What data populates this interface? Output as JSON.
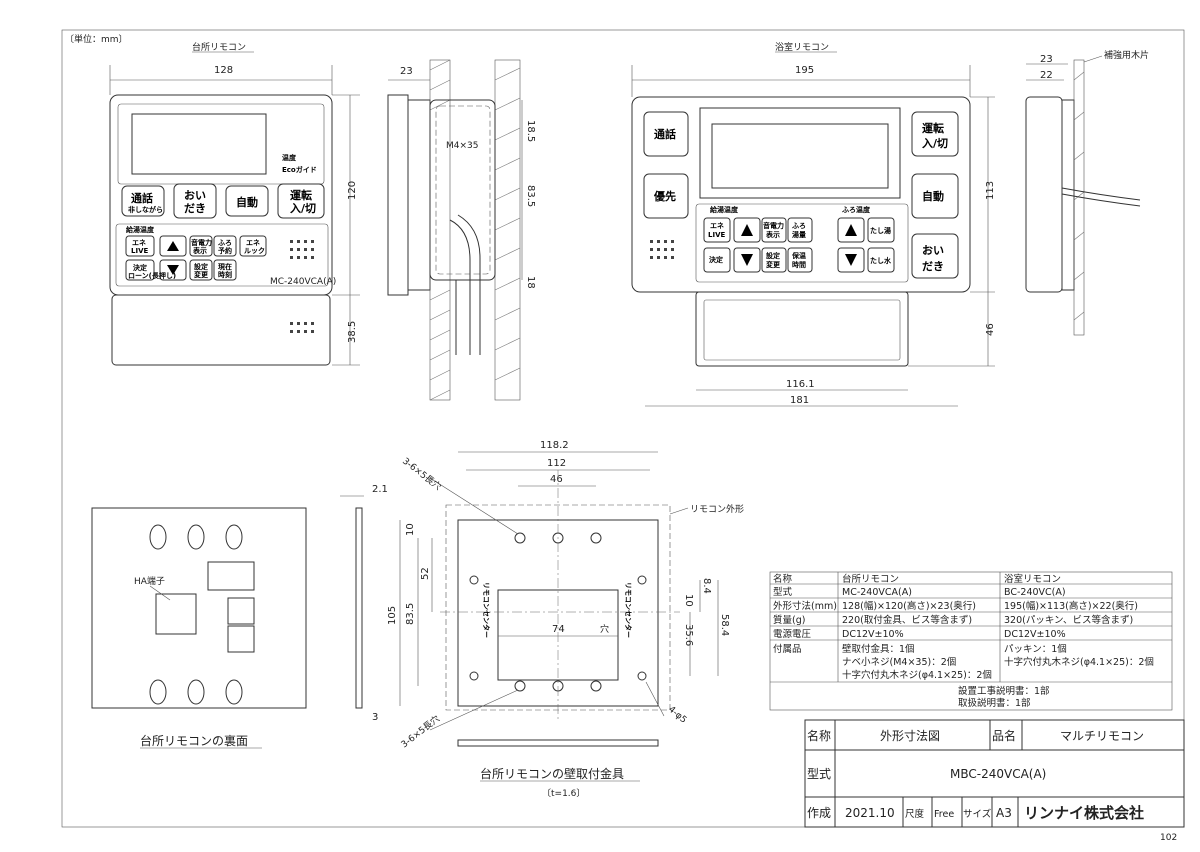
{
  "unit_note": "〔単位：mm〕",
  "kitchen_title": "台所リモコン",
  "bath_title": "浴室リモコン",
  "back_caption": "台所リモコンの裏面",
  "bracket_caption": "台所リモコンの壁取付金具",
  "bracket_thickness": "〔t=1.6〕",
  "model_label_kitchen": "MC-240VCA(A)",
  "kitchen_buttons": {
    "tsuwa": "通話",
    "tsuwa_sub": "非しながら",
    "oidaki": "おい",
    "oidaki2": "だき",
    "jido": "自動",
    "unten": "運転",
    "unten_sub": "入/切",
    "kyuto": "給湯温度",
    "ene_live": "エネ",
    "ene_live2": "LIVE",
    "ketsutei": "決定",
    "ketsutei_sub": "ローン(長押し)",
    "denryoku": "音電力",
    "denryoku2": "表示",
    "furo": "ふろ",
    "furo2": "予約",
    "settei": "設定",
    "settei2": "変更",
    "genzai": "現在",
    "genzai2": "時刻",
    "ene_look": "エネ",
    "ene_look2": "ルック",
    "eco": "Ecoガイド",
    "ondo": "温度"
  },
  "bath_buttons": {
    "tsuwa": "通話",
    "unten": "運転",
    "unten_sub": "入/切",
    "yusen": "優先",
    "jido": "自動",
    "oidaki": "おい",
    "oidaki2": "だき",
    "kyuto": "給湯温度",
    "furo_ondo": "ふろ温度",
    "ene": "エネ",
    "ene2": "LIVE",
    "ketsutei": "決定",
    "denryoku": "音電力",
    "denryoku2": "表示",
    "furo": "ふろ",
    "furo2": "湯量",
    "settei": "設定",
    "settei2": "変更",
    "hoon": "保温",
    "hoon2": "時間",
    "tashiyu": "たし湯",
    "tashimizu": "たし水"
  },
  "labels": {
    "m4": "M4×35",
    "wood": "補強用木片",
    "ha": "HA端子",
    "remote_outline": "リモコン外形",
    "hole": "穴",
    "long_top": "3-6×5長穴",
    "long_bottom": "3-6×5長穴",
    "phi5": "4-φ5",
    "vert_l": "リモコンセンター",
    "vert_r": "リモコンセンター"
  },
  "dims": {
    "k_w": "128",
    "k_h": "120",
    "k_h2": "38.5",
    "s_23": "23",
    "s_185": "18.5",
    "s_835": "83.5",
    "s_18": "18",
    "b_w": "195",
    "b_h": "113",
    "b_46": "46",
    "b_1161": "116.1",
    "b_181": "181",
    "bs_23": "23",
    "bs_22": "22",
    "back_21": "2.1",
    "back_3": "3",
    "br_1182": "118.2",
    "br_112": "112",
    "br_46": "46",
    "br_74": "74",
    "br_105": "105",
    "br_835": "83.5",
    "br_52": "52",
    "br_10": "10",
    "br_84": "8.4",
    "br_10b": "10",
    "br_356": "35.6",
    "br_584": "58.4"
  },
  "spec_table": {
    "headers": [
      "名称",
      "台所リモコン",
      "浴室リモコン"
    ],
    "rows": [
      [
        "型式",
        "MC-240VCA(A)",
        "BC-240VC(A)"
      ],
      [
        "外形寸法(mm)",
        "128(幅)×120(高さ)×23(奥行)",
        "195(幅)×113(高さ)×22(奥行)"
      ],
      [
        "質量(g)",
        "220(取付金具、ビス等含まず)",
        "320(パッキン、ビス等含まず)"
      ],
      [
        "電源電圧",
        "DC12V±10%",
        "DC12V±10%"
      ]
    ],
    "accessory_label": "付属品",
    "k_acc": [
      "壁取付金具：1個",
      "ナベ小ネジ(M4×35)：2個",
      "十字穴付丸木ネジ(φ4.1×25)：2個"
    ],
    "b_acc": [
      "パッキン：1個",
      "十字穴付丸木ネジ(φ4.1×25)：2個"
    ],
    "common_acc": [
      "設置工事説明書：1部",
      "取扱説明書：1部"
    ]
  },
  "title_block": {
    "name_label": "名称",
    "name_value": "外形寸法図",
    "product_label": "品名",
    "product_value": "マルチリモコン",
    "type_label": "型式",
    "type_value": "MBC-240VCA(A)",
    "made_label": "作成",
    "date": "2021.10",
    "scale_label": "尺度",
    "scale_value": "Free",
    "size_label": "サイズ",
    "size_value": "A3",
    "company": "リンナイ株式会社"
  },
  "page_code": "102"
}
